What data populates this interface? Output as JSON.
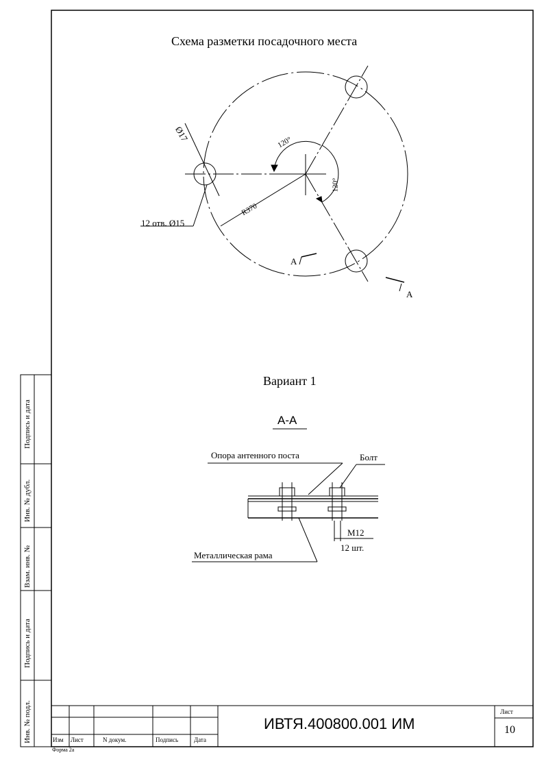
{
  "drawing": {
    "title": "Схема разметки посадочного места",
    "dim_hole_diameter": "Ø17",
    "angle_1": "120°",
    "angle_2": "120°",
    "radius_label": "R370",
    "holes_label": "12 отв. Ø15",
    "section_mark": "А"
  },
  "variant": "Вариант 1",
  "section": {
    "title": "А-А",
    "support_label": "Опора антенного поста",
    "bolt_label": "Болт",
    "bolt_size": "M12",
    "bolt_count": "12 шт.",
    "frame_label": "Металлическая рама"
  },
  "side_stamp": {
    "sign_date_1": "Подпись и дата",
    "inv_dubl": "Инв. № дубл.",
    "vzam_inv": "Взам. инв. №",
    "sign_date_2": "Подпись и дата",
    "inv_podl": "Инв. № подл."
  },
  "title_block": {
    "doc_number": "ИВТЯ.400800.001 ИМ",
    "sheet_label": "Лист",
    "sheet_number": "10",
    "col_izm": "Изм",
    "col_list": "Лист",
    "col_ndokum": "N докум.",
    "col_podpis": "Подпись",
    "col_data": "Дата"
  },
  "footer": {
    "forma": "Форма 2а"
  }
}
